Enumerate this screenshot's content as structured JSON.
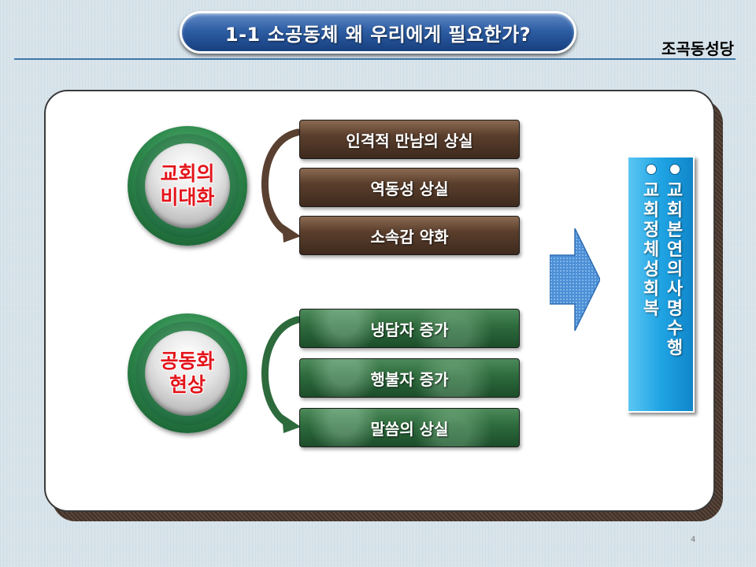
{
  "slide": {
    "title": "1-1 소공동체 왜 우리에게 필요한가?",
    "parish": "조곡동성당",
    "page_number": "4"
  },
  "groups": [
    {
      "label_lines": [
        "교회의",
        "비대화"
      ],
      "items": [
        "인격적 만남의 상실",
        "역동성 상실",
        "소속감 약화"
      ]
    },
    {
      "label_lines": [
        "공동화",
        "현상"
      ],
      "items": [
        "냉담자 증가",
        "행불자 증가",
        "말씀의 상실"
      ]
    }
  ],
  "goal": {
    "columns": [
      "교회 본연의 사명 수행",
      "교회 정체성 회복"
    ]
  },
  "colors": {
    "title_blue": "#2e5ea5",
    "circle_green": "#2e8a4d",
    "label_red": "#e3141b",
    "box_brown": "#5a3e2c",
    "box_green": "#2d6a3c",
    "goal_blue": "#20a4e4"
  }
}
